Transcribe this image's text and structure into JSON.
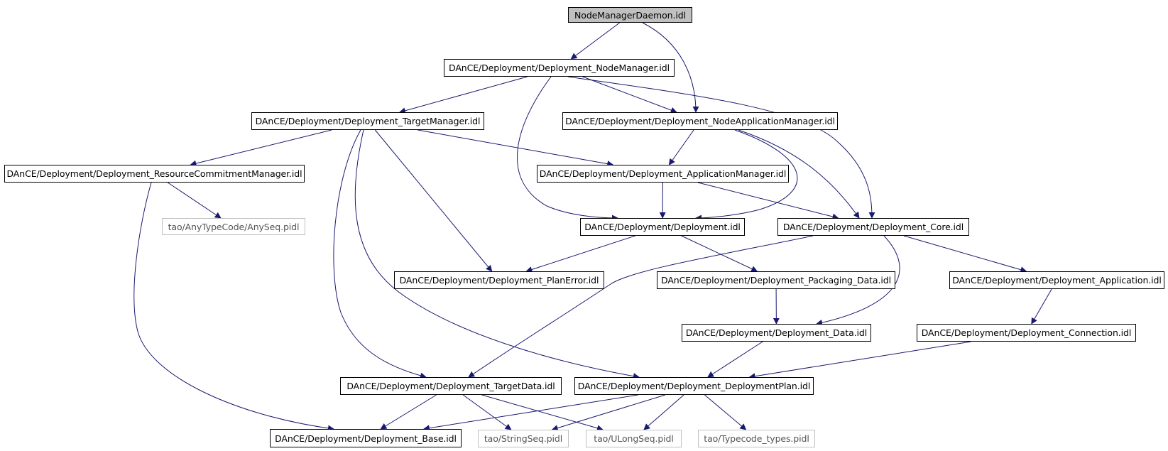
{
  "diagram": {
    "edge_color": "#191970",
    "root_fill": "#c0c0c0",
    "nodes": [
      {
        "id": "root",
        "label": "NodeManagerDaemon.idl",
        "kind": "root"
      },
      {
        "id": "nm",
        "label": "DAnCE/Deployment/Deployment_NodeManager.idl",
        "kind": "file"
      },
      {
        "id": "tm",
        "label": "DAnCE/Deployment/Deployment_TargetManager.idl",
        "kind": "file"
      },
      {
        "id": "nam",
        "label": "DAnCE/Deployment/Deployment_NodeApplicationManager.idl",
        "kind": "file"
      },
      {
        "id": "rcm",
        "label": "DAnCE/Deployment/Deployment_ResourceCommitmentManager.idl",
        "kind": "file"
      },
      {
        "id": "am",
        "label": "DAnCE/Deployment/Deployment_ApplicationManager.idl",
        "kind": "file"
      },
      {
        "id": "anyseq",
        "label": "tao/AnyTypeCode/AnySeq.pidl",
        "kind": "external"
      },
      {
        "id": "dep",
        "label": "DAnCE/Deployment/Deployment.idl",
        "kind": "file"
      },
      {
        "id": "core",
        "label": "DAnCE/Deployment/Deployment_Core.idl",
        "kind": "file"
      },
      {
        "id": "planerr",
        "label": "DAnCE/Deployment/Deployment_PlanError.idl",
        "kind": "file"
      },
      {
        "id": "pkg",
        "label": "DAnCE/Deployment/Deployment_Packaging_Data.idl",
        "kind": "file"
      },
      {
        "id": "app",
        "label": "DAnCE/Deployment/Deployment_Application.idl",
        "kind": "file"
      },
      {
        "id": "data",
        "label": "DAnCE/Deployment/Deployment_Data.idl",
        "kind": "file"
      },
      {
        "id": "conn",
        "label": "DAnCE/Deployment/Deployment_Connection.idl",
        "kind": "file"
      },
      {
        "id": "td",
        "label": "DAnCE/Deployment/Deployment_TargetData.idl",
        "kind": "file"
      },
      {
        "id": "dp",
        "label": "DAnCE/Deployment/Deployment_DeploymentPlan.idl",
        "kind": "file"
      },
      {
        "id": "base",
        "label": "DAnCE/Deployment/Deployment_Base.idl",
        "kind": "file"
      },
      {
        "id": "strseq",
        "label": "tao/StringSeq.pidl",
        "kind": "external"
      },
      {
        "id": "ulseq",
        "label": "tao/ULongSeq.pidl",
        "kind": "external"
      },
      {
        "id": "tctypes",
        "label": "tao/Typecode_types.pidl",
        "kind": "external"
      }
    ],
    "edges": [
      {
        "from": "root",
        "to": "nm"
      },
      {
        "from": "root",
        "to": "nam"
      },
      {
        "from": "nm",
        "to": "tm"
      },
      {
        "from": "nm",
        "to": "nam"
      },
      {
        "from": "nm",
        "to": "dep"
      },
      {
        "from": "nm",
        "to": "core"
      },
      {
        "from": "tm",
        "to": "rcm"
      },
      {
        "from": "tm",
        "to": "am"
      },
      {
        "from": "tm",
        "to": "planerr"
      },
      {
        "from": "tm",
        "to": "td"
      },
      {
        "from": "tm",
        "to": "dp"
      },
      {
        "from": "nam",
        "to": "am"
      },
      {
        "from": "nam",
        "to": "dep"
      },
      {
        "from": "nam",
        "to": "core"
      },
      {
        "from": "rcm",
        "to": "anyseq"
      },
      {
        "from": "rcm",
        "to": "base"
      },
      {
        "from": "am",
        "to": "dep"
      },
      {
        "from": "am",
        "to": "core"
      },
      {
        "from": "dep",
        "to": "planerr"
      },
      {
        "from": "dep",
        "to": "pkg"
      },
      {
        "from": "core",
        "to": "td"
      },
      {
        "from": "core",
        "to": "data"
      },
      {
        "from": "core",
        "to": "app"
      },
      {
        "from": "pkg",
        "to": "data"
      },
      {
        "from": "app",
        "to": "conn"
      },
      {
        "from": "data",
        "to": "dp"
      },
      {
        "from": "conn",
        "to": "dp"
      },
      {
        "from": "td",
        "to": "base"
      },
      {
        "from": "td",
        "to": "strseq"
      },
      {
        "from": "td",
        "to": "ulseq"
      },
      {
        "from": "dp",
        "to": "base"
      },
      {
        "from": "dp",
        "to": "strseq"
      },
      {
        "from": "dp",
        "to": "ulseq"
      },
      {
        "from": "dp",
        "to": "tctypes"
      }
    ]
  }
}
